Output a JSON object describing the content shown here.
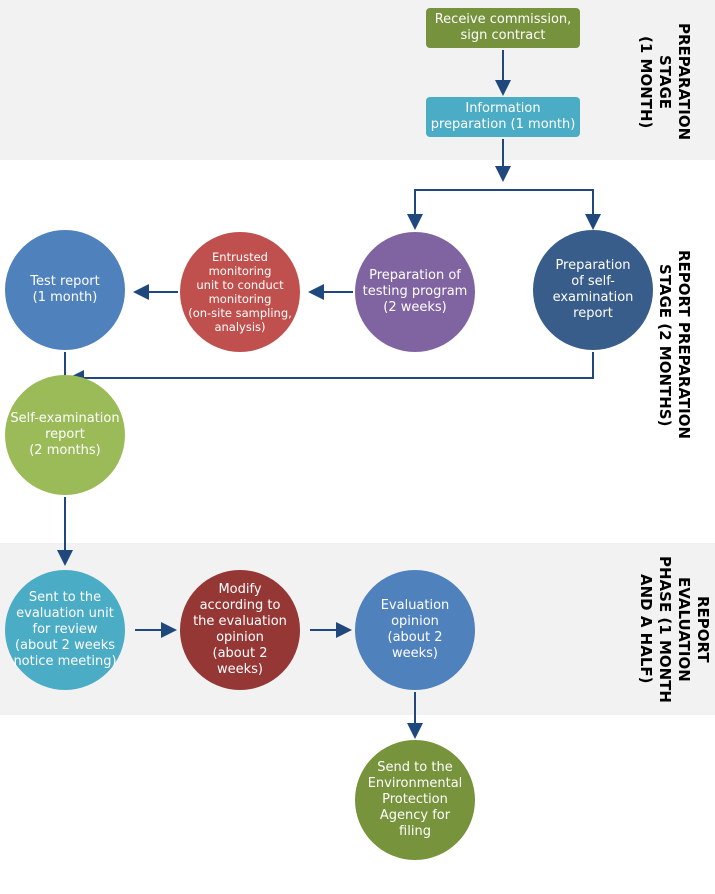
{
  "stages": [
    {
      "label": "PREPARATION\nSTAGE\n(1 MONTH)"
    },
    {
      "label": "REPORT PREPARATION\nSTAGE (2 MONTHS)"
    },
    {
      "label": "REPORT EVALUATION\nPHASE (1 MONTH\nAND A HALF)"
    }
  ],
  "nodes": {
    "receive": {
      "label": "Receive commission, sign contract",
      "color": "#76923c"
    },
    "info": {
      "label": "Information preparation (1 month)",
      "color": "#4bacc6"
    },
    "test_report": {
      "label": "Test report\n(1 month)",
      "color": "#4f81bd"
    },
    "entrusted": {
      "label": "Entrusted\nmonitoring\nunit to conduct\nmonitoring\n(on-site sampling,\nanalysis)",
      "color": "#c0504d"
    },
    "testing_program": {
      "label": "Preparation of\ntesting program\n(2 weeks)",
      "color": "#8064a2"
    },
    "self_exam_prep": {
      "label": "Preparation\nof self-\nexamination\nreport",
      "color": "#385d8a"
    },
    "self_exam": {
      "label": "Self-examination\nreport\n(2 months)",
      "color": "#9bbb59"
    },
    "sent": {
      "label": "Sent to the\nevaluation unit\nfor review\n(about 2 weeks\nnotice meeting)",
      "color": "#4bacc6"
    },
    "modify": {
      "label": "Modify\naccording to\nthe evaluation\nopinion\n(about 2\nweeks)",
      "color": "#953735"
    },
    "opinion": {
      "label": "Evaluation\nopinion\n(about 2\nweeks)",
      "color": "#4f81bd"
    },
    "send_epa": {
      "label": "Send to the\nEnvironmental\nProtection\nAgency for\nfiling",
      "color": "#77933c"
    }
  },
  "arrow_color": "#1f497d"
}
